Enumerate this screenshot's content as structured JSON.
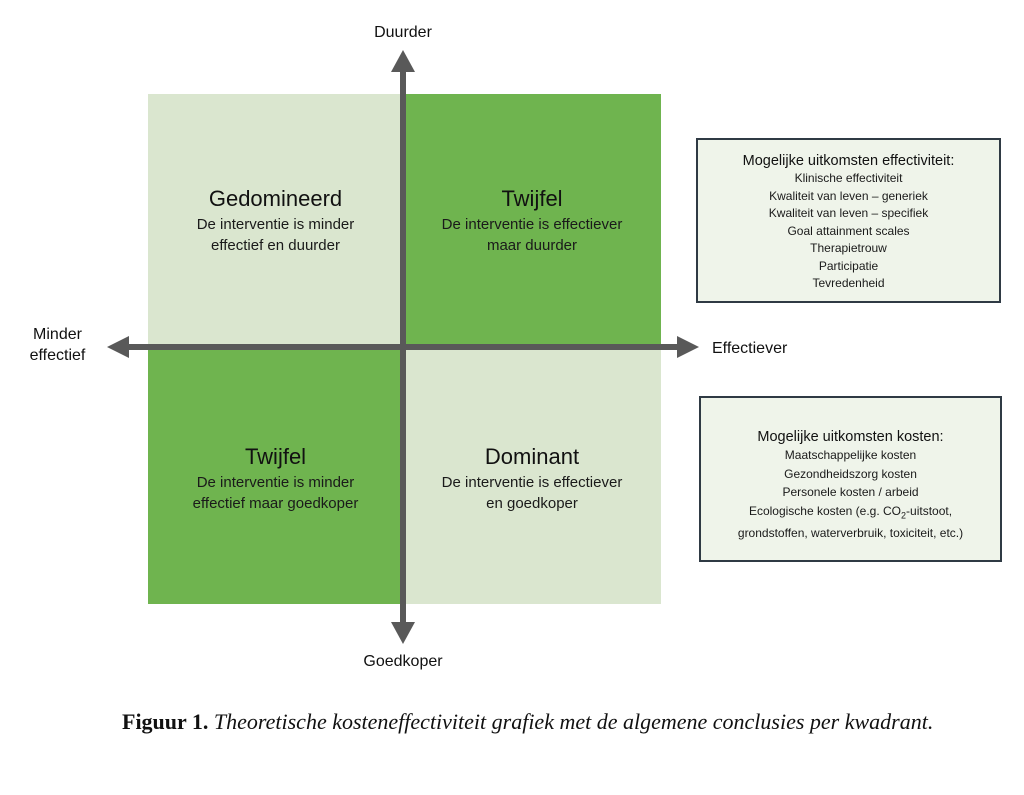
{
  "axes": {
    "top_label": "Duurder",
    "bottom_label": "Goedkoper",
    "left_label_line1": "Minder",
    "left_label_line2": "effectief",
    "right_label": "Effectiever",
    "color": "#595959"
  },
  "quadrants": {
    "top_left": {
      "title": "Gedomineerd",
      "desc_line1": "De interventie is minder",
      "desc_line2": "effectief en duurder",
      "color": "#dae6cf"
    },
    "top_right": {
      "title": "Twijfel",
      "desc_line1": "De interventie is effectiever",
      "desc_line2": "maar duurder",
      "color": "#6fb44f"
    },
    "bottom_left": {
      "title": "Twijfel",
      "desc_line1": "De interventie is minder",
      "desc_line2": "effectief maar goedkoper",
      "color": "#6fb44f"
    },
    "bottom_right": {
      "title": "Dominant",
      "desc_line1": "De interventie is effectiever",
      "desc_line2": "en goedkoper",
      "color": "#dae6cf"
    }
  },
  "effectiveness_box": {
    "title": "Mogelijke uitkomsten effectiviteit:",
    "items": [
      "Klinische effectiviteit",
      "Kwaliteit van leven – generiek",
      "Kwaliteit van leven – specifiek",
      "Goal attainment scales",
      "Therapietrouw",
      "Participatie",
      "Tevredenheid"
    ]
  },
  "cost_box": {
    "title": "Mogelijke uitkomsten kosten:",
    "items": [
      "Maatschappelijke kosten",
      "Gezondheidszorg kosten",
      "Personele kosten / arbeid"
    ],
    "eco_prefix": "Ecologische kosten (e.g. CO",
    "eco_subscript": "2",
    "eco_suffix": "-uitstoot,",
    "eco_line2": "grondstoffen, waterverbruik, toxiciteit, etc.)"
  },
  "caption": {
    "label": "Figuur 1.",
    "text": " Theoretische kosteneffectiviteit grafiek met de algemene conclusies per kwadrant."
  }
}
